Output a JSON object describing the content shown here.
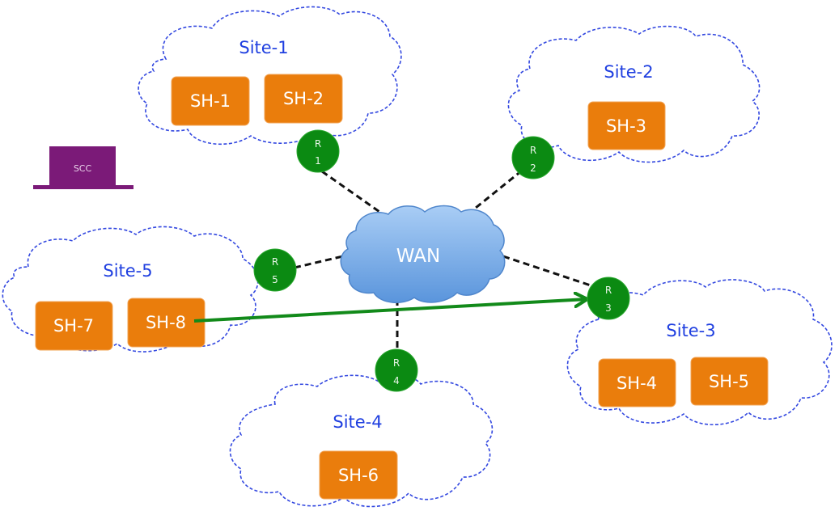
{
  "wan": {
    "label": "WAN"
  },
  "scc": {
    "label": "SCC",
    "icon": "laptop-icon",
    "color": "#7b1a78"
  },
  "colors": {
    "site_label": "#1f3fe0",
    "cloud_outline": "#3348e0",
    "host": "#ea7d0c",
    "router": "#0b8a12",
    "wan_cloud": "#7fb0e8",
    "flow_arrow": "#128a1a",
    "scc": "#7b1a78"
  },
  "sites": [
    {
      "id": "site-1",
      "label": "Site-1",
      "router": {
        "label_line1": "R",
        "label_line2": "1"
      },
      "hosts": [
        "SH-1",
        "SH-2"
      ]
    },
    {
      "id": "site-2",
      "label": "Site-2",
      "router": {
        "label_line1": "R",
        "label_line2": "2"
      },
      "hosts": [
        "SH-3"
      ]
    },
    {
      "id": "site-3",
      "label": "Site-3",
      "router": {
        "label_line1": "R",
        "label_line2": "3"
      },
      "hosts": [
        "SH-4",
        "SH-5"
      ]
    },
    {
      "id": "site-4",
      "label": "Site-4",
      "router": {
        "label_line1": "R",
        "label_line2": "4"
      },
      "hosts": [
        "SH-6"
      ]
    },
    {
      "id": "site-5",
      "label": "Site-5",
      "router": {
        "label_line1": "R",
        "label_line2": "5"
      },
      "hosts": [
        "SH-7",
        "SH-8"
      ]
    }
  ],
  "links": [
    {
      "from": "R1",
      "to": "WAN",
      "style": "dashed"
    },
    {
      "from": "R2",
      "to": "WAN",
      "style": "dashed"
    },
    {
      "from": "R3",
      "to": "WAN",
      "style": "dashed"
    },
    {
      "from": "R4",
      "to": "WAN",
      "style": "dashed"
    },
    {
      "from": "R5",
      "to": "WAN",
      "style": "dashed"
    }
  ],
  "flow": {
    "from": "SH-8",
    "to": "R3",
    "style": "arrow"
  }
}
